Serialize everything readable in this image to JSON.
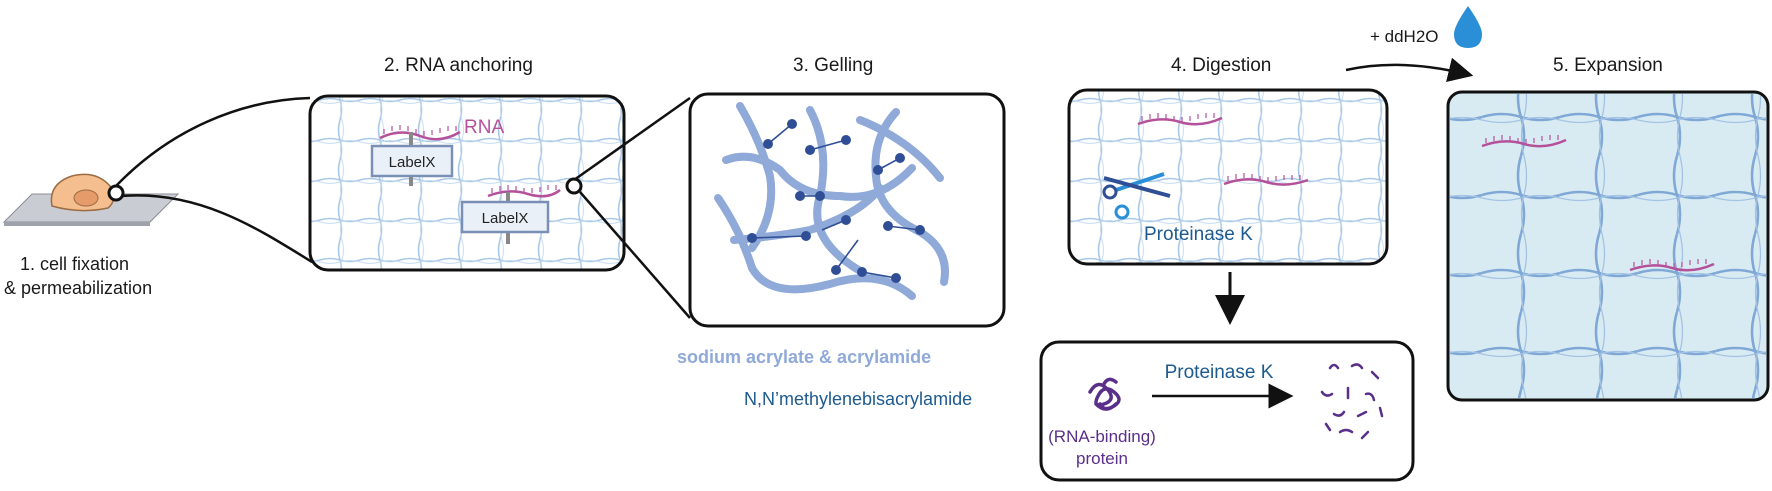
{
  "steps": {
    "s1": {
      "line1": "1. cell fixation",
      "line2": "& permeabilization"
    },
    "s2": {
      "title": "2. RNA anchoring",
      "rna_label": "RNA",
      "anchor_label": "LabelX"
    },
    "s3": {
      "title": "3. Gelling"
    },
    "s4": {
      "title": "4. Digestion",
      "enzyme_label": "Proteinase K"
    },
    "s5": {
      "title": "5. Expansion",
      "water_label": "+ ddH2O"
    }
  },
  "legend": {
    "monomer": "sodium acrylate & acrylamide",
    "crosslinker": "N,N’methylenebisacrylamide"
  },
  "digestion_detail": {
    "enzyme_label": "Proteinase K",
    "protein_line1": "(RNA-binding)",
    "protein_line2": "protein"
  },
  "colors": {
    "rna": "#b4519a",
    "polymer": "#8fa9d8",
    "crosslink": "#2f4e95",
    "enzyme_text": "#1d5a8f",
    "protein": "#5a2f8a",
    "gel_fill": "#d9ebf2",
    "water": "#2a8fd6"
  }
}
